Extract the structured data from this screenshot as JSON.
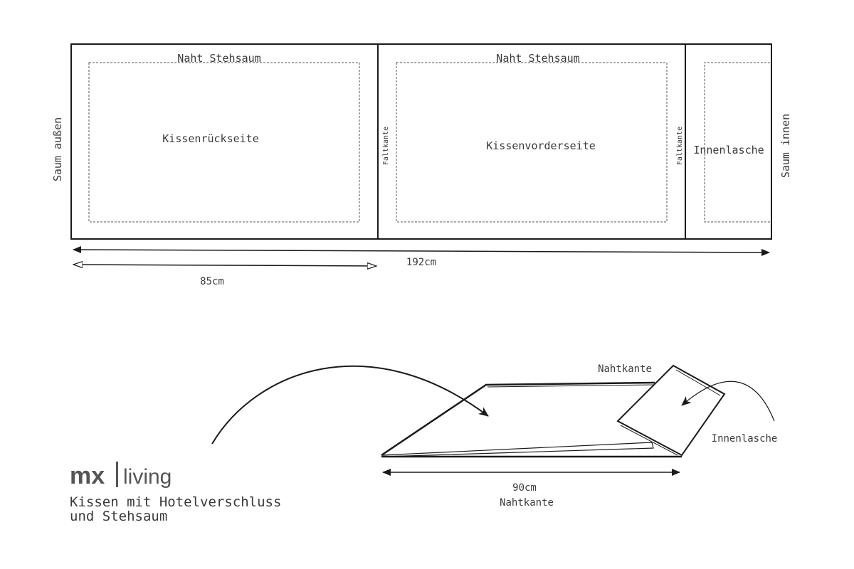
{
  "pattern": {
    "back_panel": {
      "top_label": "Naht Stehsaum",
      "center_label": "Kissenrückseite"
    },
    "front_panel": {
      "top_label": "Naht Stehsaum",
      "center_label": "Kissenvorderseite"
    },
    "flap_panel": {
      "center_label": "Innenlasche"
    },
    "fold_edge_1": "Faltkante",
    "fold_edge_2": "Faltkante",
    "hem_outer": "Saum außen",
    "hem_inner": "Saum innen",
    "total_width": "192cm",
    "back_width": "85cm"
  },
  "assembly": {
    "seam_edge_top": "Nahtkante",
    "flap_label": "Innenlasche",
    "width": "90cm",
    "width_caption": "Nahtkante"
  },
  "branding": {
    "logo_left": "mx",
    "logo_right": "living",
    "caption_line1": "Kissen mit Hotelverschluss",
    "caption_line2": "und Stehsaum"
  },
  "colors": {
    "ink": "#1a1a1a",
    "text": "#3a3a3a",
    "logo": "#555555",
    "background": "#ffffff"
  }
}
